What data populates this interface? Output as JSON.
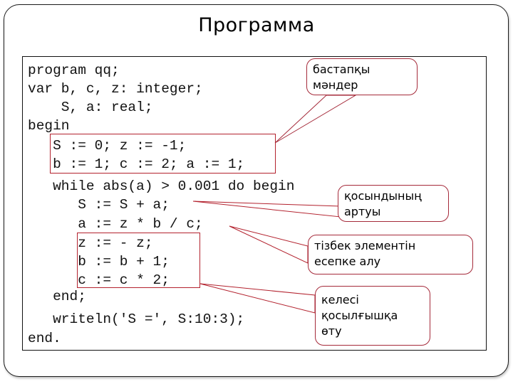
{
  "slide": {
    "title": "Программа"
  },
  "code": {
    "lines": [
      "program qq;",
      "var b, c, z: integer;",
      "    S, a: real;",
      "begin",
      "   S := 0; z := -1;",
      "   b := 1; c := 2; a := 1;",
      "   while abs(a) > 0.001 do begin",
      "      S := S + a;",
      "      a := z * b / c;",
      "      z := - z;",
      "      b := b + 1;",
      "      c := c * 2;",
      "   end;",
      "   writeln('S =', S:10:3);",
      "end."
    ]
  },
  "callouts": [
    {
      "id": "initial-values",
      "text_line1": "бастапқы",
      "text_line2": "мәндер"
    },
    {
      "id": "sum-increase",
      "text_line1": "қосындының",
      "text_line2": "артуы"
    },
    {
      "id": "sequence-element",
      "text_line1": "тізбек элементін",
      "text_line2": "есепке алу"
    },
    {
      "id": "next-term",
      "text_line1": "келесі",
      "text_line2": "қосылғышқа",
      "text_line3": "өту"
    }
  ],
  "colors": {
    "highlight": "#b3222e",
    "callout_border": "#a52a3a"
  }
}
